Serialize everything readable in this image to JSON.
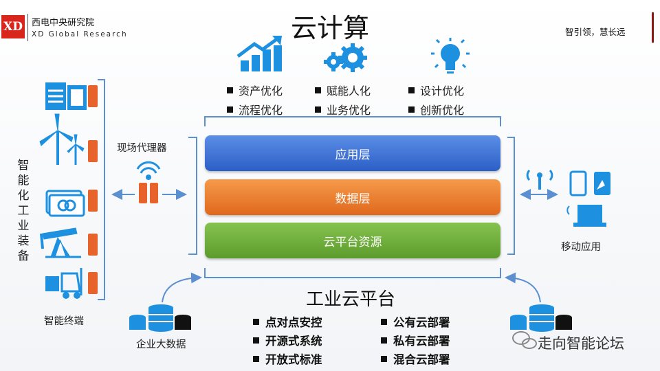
{
  "header": {
    "logo_text": "XD",
    "org_cn": "西电中央研究院",
    "org_en": "XD Global Research",
    "title": "云计算",
    "slogan": "智引领，慧长远"
  },
  "top_features": {
    "col1": [
      "资产优化",
      "流程优化"
    ],
    "col2": [
      "赋能人化",
      "业务优化"
    ],
    "col3": [
      "设计优化",
      "创新优化"
    ]
  },
  "layers": {
    "app": "应用层",
    "data": "数据层",
    "cloud": "云平台资源"
  },
  "left": {
    "vertical_label": "智能化工业装备",
    "terminals_label": "智能终端",
    "proxy_label": "现场代理器"
  },
  "right": {
    "mobile_label": "移动应用"
  },
  "bottom": {
    "enterprise_label": "企业大数据",
    "platform_title": "工业云平台",
    "features_left": [
      "点对点安控",
      "开源式系统",
      "开放式标准"
    ],
    "features_right": [
      "公有云部署",
      "私有云部署",
      "混合云部署"
    ]
  },
  "watermark": "走向智能论坛",
  "colors": {
    "app_layer": "#3a6fd6",
    "data_layer": "#ee7d2e",
    "cloud_layer": "#6aab38",
    "icon_blue": "#1e90e0",
    "server_orange": "#e8632b"
  }
}
